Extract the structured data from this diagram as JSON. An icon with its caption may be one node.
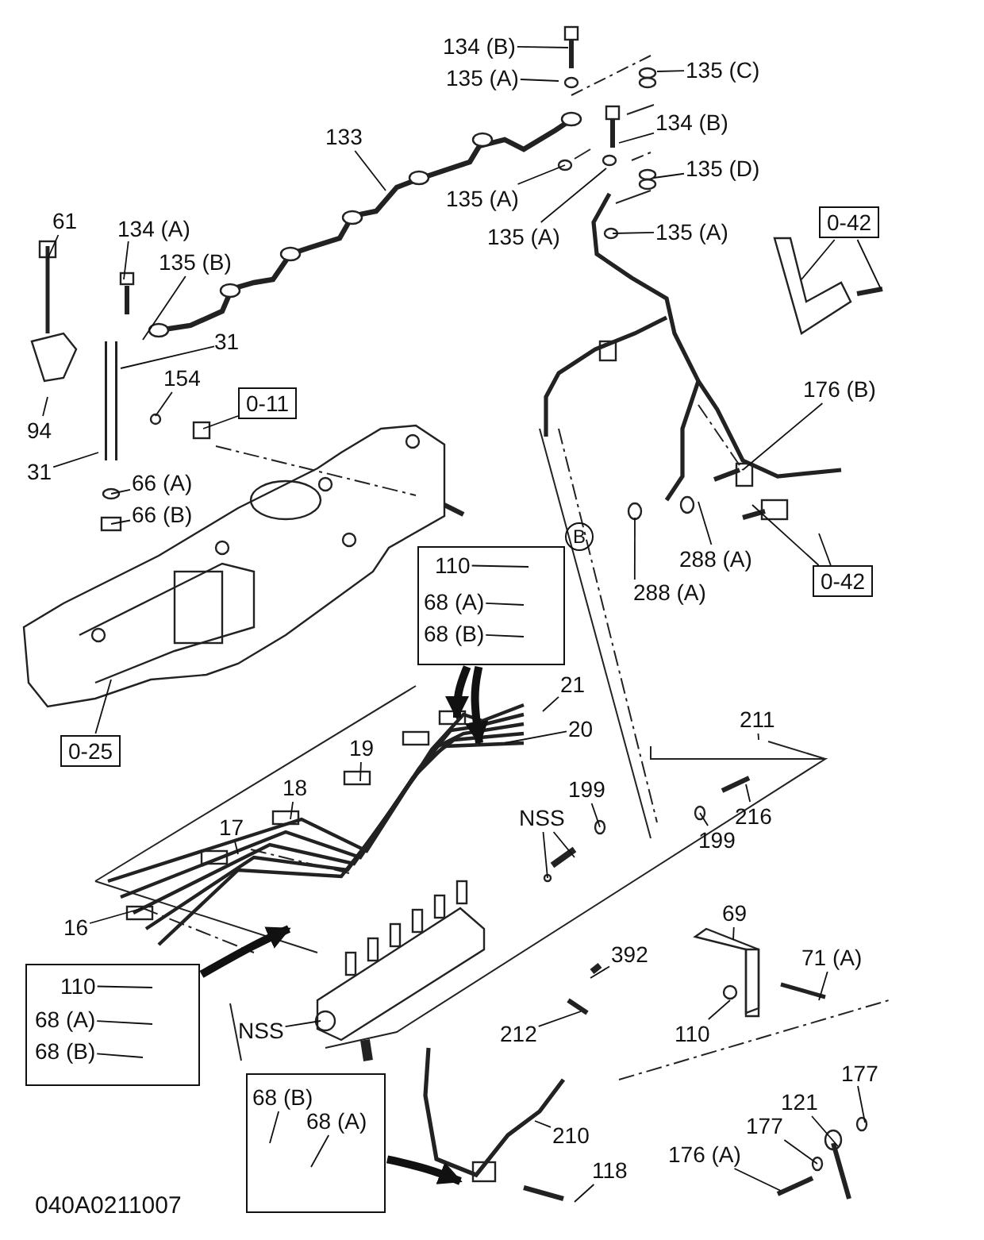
{
  "diagram": {
    "nodes": [
      {
        "text": [
          "134 (B)"
        ]
      },
      {
        "text": [
          "135 (A)"
        ]
      },
      {
        "text": [
          "135 (C)"
        ]
      },
      {
        "text": [
          "133"
        ]
      },
      {
        "text": [
          "134 (B)"
        ]
      },
      {
        "text": [
          "135 (A)"
        ]
      },
      {
        "text": [
          "135 (D)"
        ]
      },
      {
        "text": [
          "135 (A)"
        ]
      },
      {
        "text": [
          "135 (A)"
        ]
      },
      {
        "text": [
          "61"
        ]
      },
      {
        "text": [
          "134 (A)"
        ]
      },
      {
        "text": [
          "135 (B)"
        ]
      },
      {
        "text": [
          "31"
        ]
      },
      {
        "text": [
          "154"
        ]
      },
      {
        "text": [
          "0-11"
        ]
      },
      {
        "text": [
          "94"
        ]
      },
      {
        "text": [
          "31"
        ]
      },
      {
        "text": [
          "66 (A)"
        ]
      },
      {
        "text": [
          "66 (B)"
        ]
      },
      {
        "text": [
          "0-42"
        ]
      },
      {
        "text": [
          "176 (B)"
        ]
      },
      {
        "text": [
          "B"
        ]
      },
      {
        "text": [
          "288 (A)"
        ]
      },
      {
        "text": [
          "288 (A)"
        ]
      },
      {
        "text": [
          "0-42"
        ]
      },
      {
        "text": [
          "0-25"
        ]
      },
      {
        "text": [],
        "shape": "box"
      },
      {
        "text": [
          "110"
        ],
        "in": 26
      },
      {
        "text": [
          "68 (A)"
        ],
        "in": 26
      },
      {
        "text": [
          "68 (B)"
        ],
        "in": 26
      },
      {
        "text": [
          "21"
        ]
      },
      {
        "text": [
          "20"
        ]
      },
      {
        "text": [
          "19"
        ]
      },
      {
        "text": [
          "211"
        ]
      },
      {
        "text": [
          "18"
        ]
      },
      {
        "text": [
          "199"
        ]
      },
      {
        "text": [
          "NSS"
        ]
      },
      {
        "text": [
          "216"
        ]
      },
      {
        "text": [
          "17"
        ]
      },
      {
        "text": [
          "199"
        ]
      },
      {
        "text": [
          "16"
        ]
      },
      {
        "text": [
          "69"
        ]
      },
      {
        "text": [
          "71 (A)"
        ]
      },
      {
        "text": [
          "392"
        ]
      },
      {
        "text": [],
        "shape": "box"
      },
      {
        "text": [
          "110"
        ],
        "in": 44
      },
      {
        "text": [
          "68 (A)"
        ],
        "in": 44
      },
      {
        "text": [
          "68 (B)"
        ],
        "in": 44
      },
      {
        "text": [
          "NSS"
        ]
      },
      {
        "text": [
          "212"
        ]
      },
      {
        "text": [
          "110"
        ]
      },
      {
        "text": [],
        "shape": "box"
      },
      {
        "text": [
          "68 (B)"
        ],
        "in": 51
      },
      {
        "text": [
          "68 (A)"
        ],
        "in": 51
      },
      {
        "text": [
          "210"
        ]
      },
      {
        "text": [
          "121"
        ]
      },
      {
        "text": [
          "177"
        ]
      },
      {
        "text": [
          "177"
        ]
      },
      {
        "text": [
          "176 (A)"
        ]
      },
      {
        "text": [
          "118"
        ]
      }
    ],
    "edges": [
      {
        "from": 0,
        "to": null,
        "arrow": "none"
      },
      {
        "from": 1,
        "to": null,
        "arrow": "none"
      },
      {
        "from": 2,
        "to": null,
        "arrow": "none"
      },
      {
        "from": 3,
        "to": null,
        "arrow": "none"
      },
      {
        "from": 4,
        "to": null,
        "arrow": "none"
      },
      {
        "from": 5,
        "to": null,
        "arrow": "none"
      },
      {
        "from": 6,
        "to": null,
        "arrow": "none"
      },
      {
        "from": 7,
        "to": null,
        "arrow": "none"
      },
      {
        "from": 8,
        "to": null,
        "arrow": "none"
      },
      {
        "from": 9,
        "to": null,
        "arrow": "none"
      },
      {
        "from": 10,
        "to": null,
        "arrow": "none"
      },
      {
        "from": 11,
        "to": null,
        "arrow": "none"
      },
      {
        "from": 12,
        "to": null,
        "arrow": "none"
      },
      {
        "from": 13,
        "to": null,
        "arrow": "none"
      },
      {
        "from": 14,
        "to": null,
        "arrow": "none"
      },
      {
        "from": 15,
        "to": null,
        "arrow": "none"
      },
      {
        "from": 16,
        "to": null,
        "arrow": "none"
      },
      {
        "from": 17,
        "to": null,
        "arrow": "none"
      },
      {
        "from": 18,
        "to": null,
        "arrow": "none"
      },
      {
        "from": 19,
        "to": null,
        "arrow": "none"
      },
      {
        "from": 19,
        "to": null,
        "arrow": "none"
      },
      {
        "from": 20,
        "to": null,
        "arrow": "none"
      },
      {
        "from": 22,
        "to": null,
        "arrow": "none"
      },
      {
        "from": 23,
        "to": null,
        "arrow": "none"
      },
      {
        "from": 24,
        "to": null,
        "arrow": "none"
      },
      {
        "from": 24,
        "to": null,
        "arrow": "none"
      },
      {
        "from": 25,
        "to": null,
        "arrow": "none"
      },
      {
        "from": 26,
        "to": null,
        "arrow": "to",
        "style": "thick"
      },
      {
        "from": 26,
        "to": null,
        "arrow": "to",
        "style": "thick"
      },
      {
        "from": 27,
        "to": null,
        "arrow": "none"
      },
      {
        "from": 28,
        "to": null,
        "arrow": "none"
      },
      {
        "from": 29,
        "to": null,
        "arrow": "none"
      },
      {
        "from": 30,
        "to": null,
        "arrow": "none"
      },
      {
        "from": 31,
        "to": null,
        "arrow": "none"
      },
      {
        "from": 32,
        "to": null,
        "arrow": "none"
      },
      {
        "from": 33,
        "to": null,
        "arrow": "none"
      },
      {
        "from": 34,
        "to": null,
        "arrow": "none"
      },
      {
        "from": 35,
        "to": null,
        "arrow": "none"
      },
      {
        "from": 36,
        "to": null,
        "arrow": "none"
      },
      {
        "from": 36,
        "to": null,
        "arrow": "none"
      },
      {
        "from": 37,
        "to": null,
        "arrow": "none"
      },
      {
        "from": 38,
        "to": null,
        "arrow": "none"
      },
      {
        "from": 39,
        "to": null,
        "arrow": "none"
      },
      {
        "from": 40,
        "to": null,
        "arrow": "none"
      },
      {
        "from": 41,
        "to": null,
        "arrow": "none"
      },
      {
        "from": 42,
        "to": null,
        "arrow": "none"
      },
      {
        "from": 43,
        "to": null,
        "arrow": "none"
      },
      {
        "from": 44,
        "to": null,
        "arrow": "to",
        "style": "thick"
      },
      {
        "from": 45,
        "to": null,
        "arrow": "none"
      },
      {
        "from": 46,
        "to": null,
        "arrow": "none"
      },
      {
        "from": 47,
        "to": null,
        "arrow": "none"
      },
      {
        "from": 48,
        "to": null,
        "arrow": "none"
      },
      {
        "from": 49,
        "to": null,
        "arrow": "none"
      },
      {
        "from": 50,
        "to": null,
        "arrow": "none"
      },
      {
        "from": 51,
        "to": null,
        "arrow": "to",
        "style": "thick"
      },
      {
        "from": 52,
        "to": null,
        "arrow": "none"
      },
      {
        "from": 53,
        "to": null,
        "arrow": "none"
      },
      {
        "from": 54,
        "to": null,
        "arrow": "none"
      },
      {
        "from": 55,
        "to": null,
        "arrow": "none"
      },
      {
        "from": 56,
        "to": null,
        "arrow": "none"
      },
      {
        "from": 57,
        "to": null,
        "arrow": "none"
      },
      {
        "from": 58,
        "to": null,
        "arrow": "none"
      },
      {
        "from": 59,
        "to": null,
        "arrow": "none"
      }
    ],
    "labels": [
      "040A0211007"
    ]
  }
}
